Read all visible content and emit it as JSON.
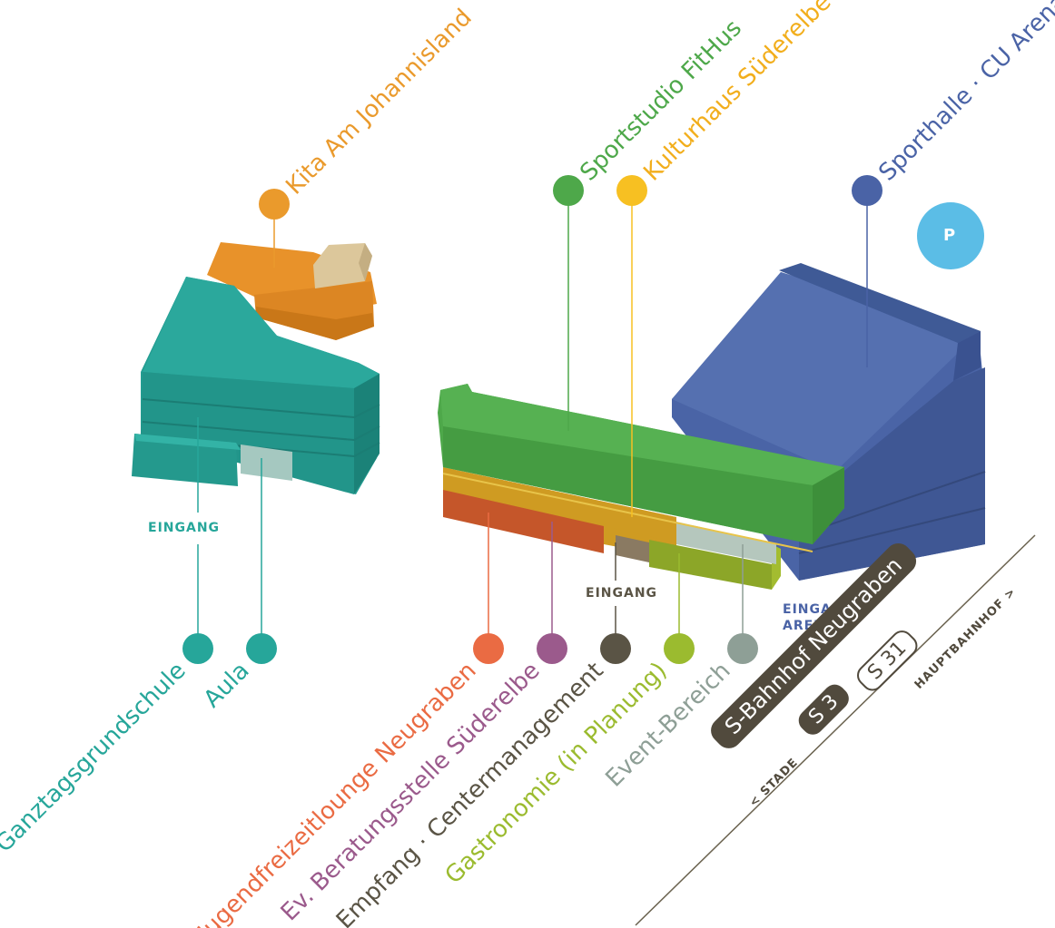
{
  "colors": {
    "kita": "#ea9a2c",
    "ganztag": "#26a69a",
    "sport_fithus": "#4ea84a",
    "kulturhaus": "#f7c022",
    "sporthalle": "#4a63a6",
    "jugend": "#ea6b43",
    "beratung": "#9b5a8c",
    "empfang": "#5a5445",
    "gastro": "#9bbb2f",
    "event": "#8e9f96",
    "parking": "#5bbde6",
    "bahn": "#514a3d"
  },
  "labels": {
    "kita": "Kita Am Johannisland",
    "sportstudio": "Sportstudio FitHus",
    "kulturhaus": "Kulturhaus Süderelbe",
    "sporthalle": "Sporthalle · CU Arena",
    "ganztag": "Ganztagsgrundschule",
    "aula": "Aula",
    "jugend": "Jugendfreizeitlounge Neugraben",
    "beratung": "Ev. Beratungsstelle Süderelbe",
    "empfang": "Empfang · Centermanagement",
    "gastro": "Gastronomie (in Planung)",
    "event": "Event-Bereich"
  },
  "entrances": {
    "school": "EINGANG",
    "center": "EINGANG",
    "arena_line1": "EINGANG",
    "arena_line2": "ARENA"
  },
  "parking": {
    "symbol": "P",
    "icon": "parking-icon"
  },
  "station": {
    "name": "S-Bahnhof Neugraben",
    "line1": "S 3",
    "line2": "S 31",
    "dir_left": "< STADE",
    "dir_right": "HAUPTBAHNHOF >"
  }
}
